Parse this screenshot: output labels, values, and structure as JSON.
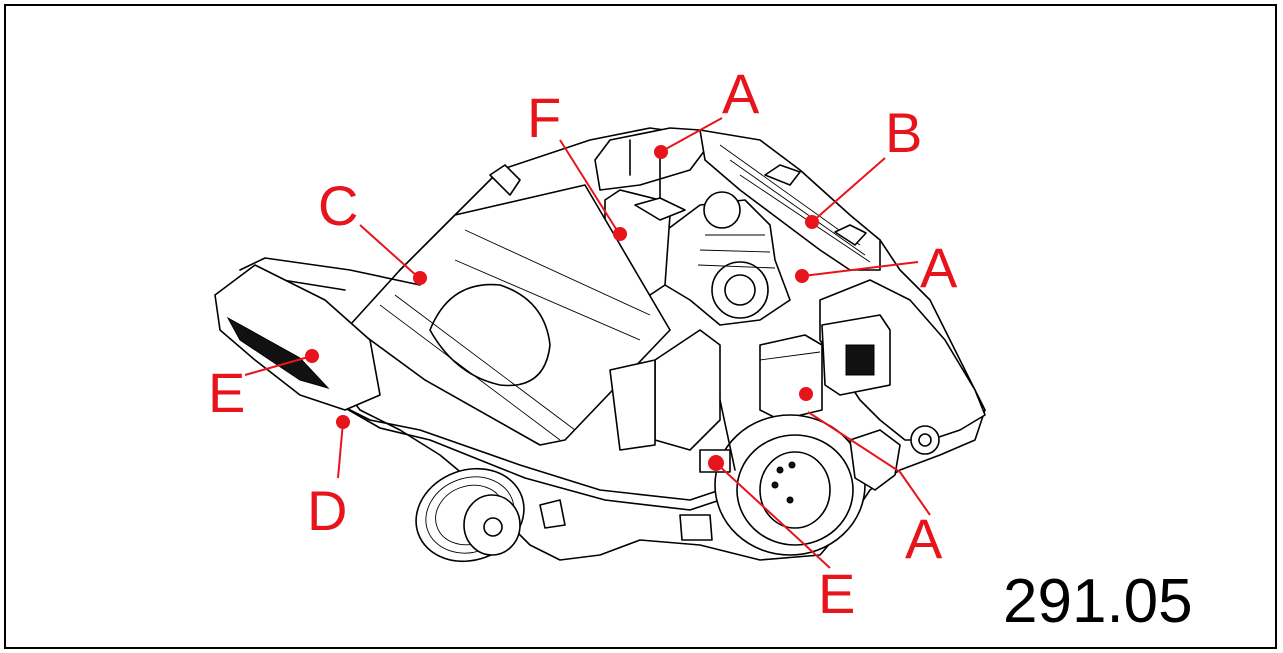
{
  "figure": {
    "number": "291.05",
    "callouts": [
      {
        "id": "a1",
        "letter": "A"
      },
      {
        "id": "a2",
        "letter": "A"
      },
      {
        "id": "a3",
        "letter": "A"
      },
      {
        "id": "b",
        "letter": "B"
      },
      {
        "id": "c",
        "letter": "C"
      },
      {
        "id": "d",
        "letter": "D"
      },
      {
        "id": "e1",
        "letter": "E"
      },
      {
        "id": "e2",
        "letter": "E"
      },
      {
        "id": "f",
        "letter": "F"
      }
    ]
  },
  "colors": {
    "callout": "#e8141b",
    "line": "#000000",
    "background": "#ffffff"
  }
}
